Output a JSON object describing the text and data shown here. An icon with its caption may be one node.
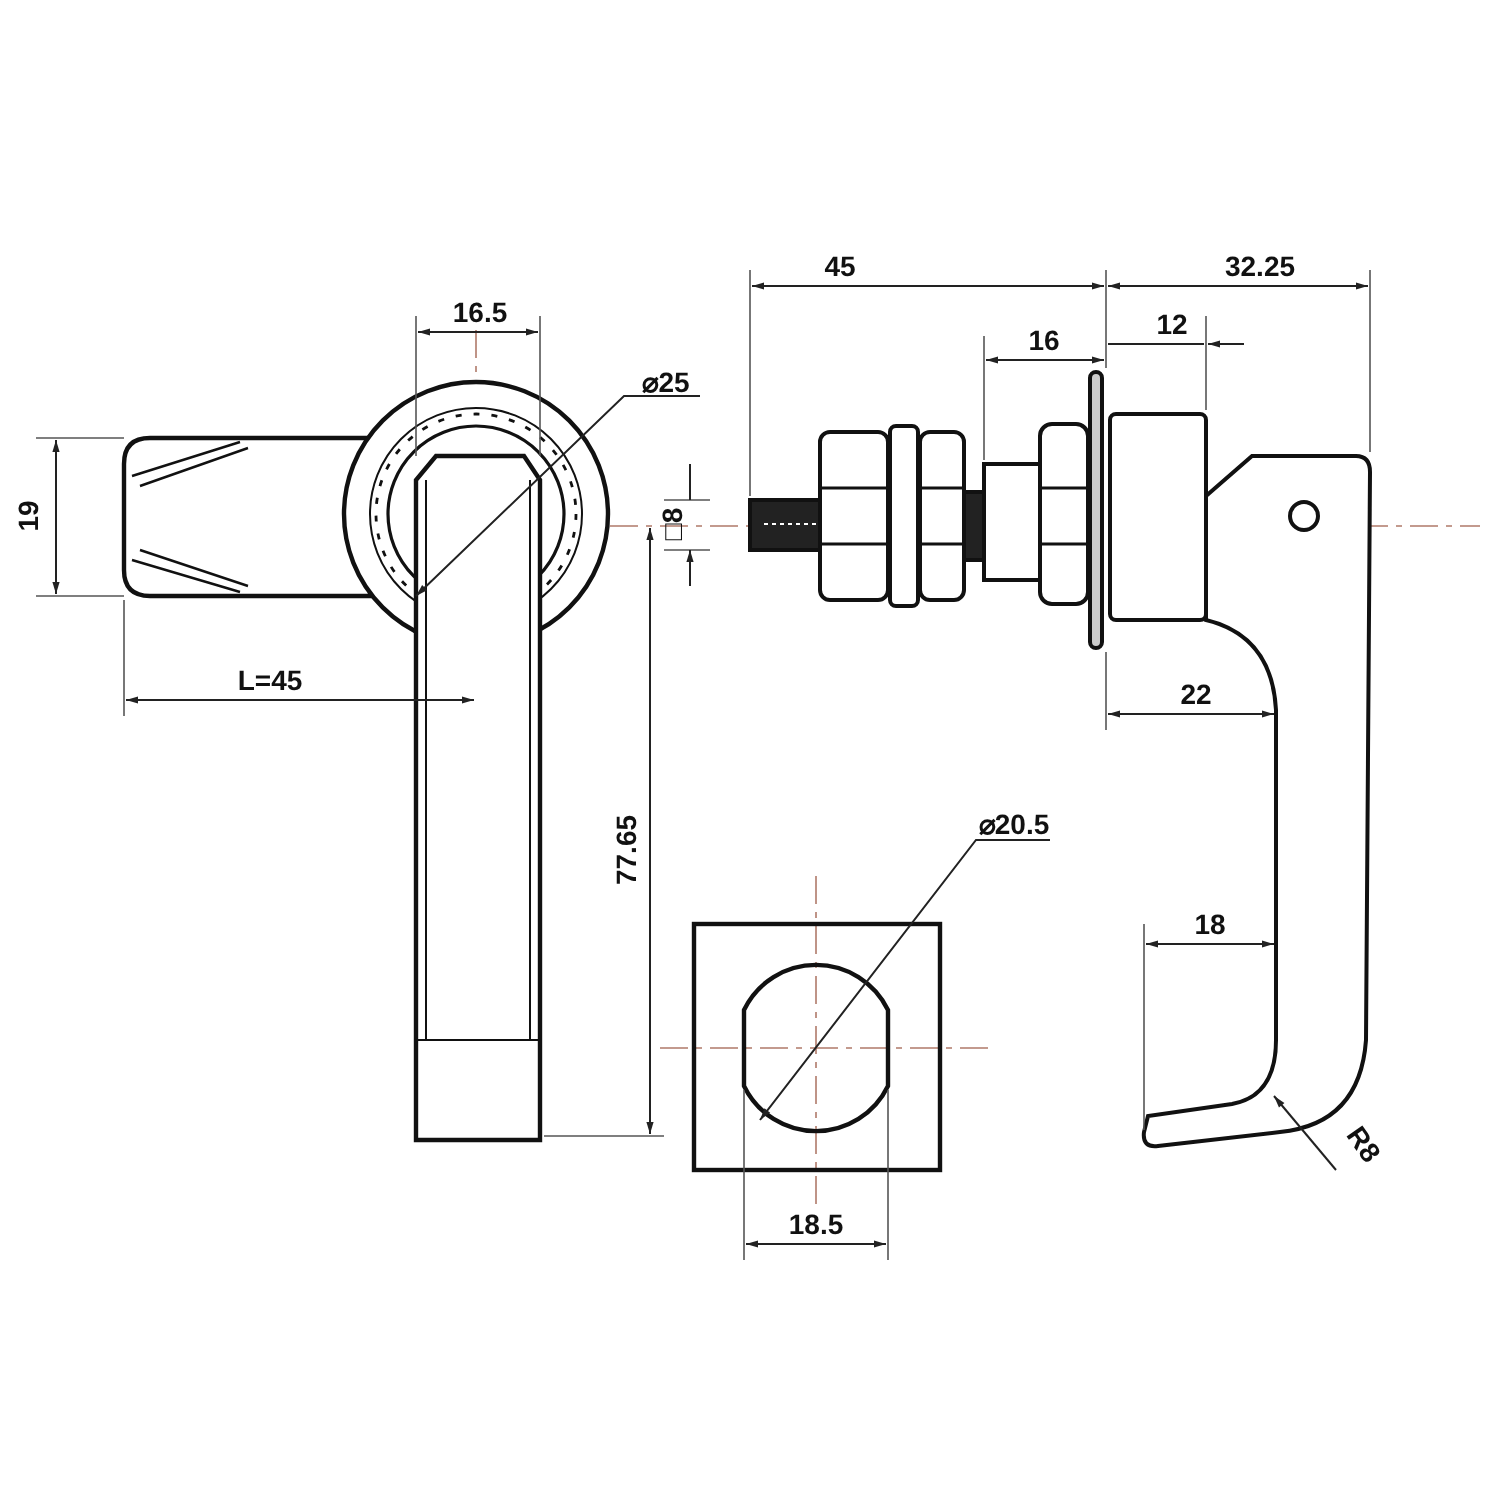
{
  "diagram": {
    "labels": [
      "45",
      "32.25",
      "16.5",
      "12",
      "16",
      "⌀25",
      "□8",
      "19",
      "L=45",
      "22",
      "⌀20.5",
      "18",
      "77.65",
      "R8",
      "18.5"
    ]
  }
}
